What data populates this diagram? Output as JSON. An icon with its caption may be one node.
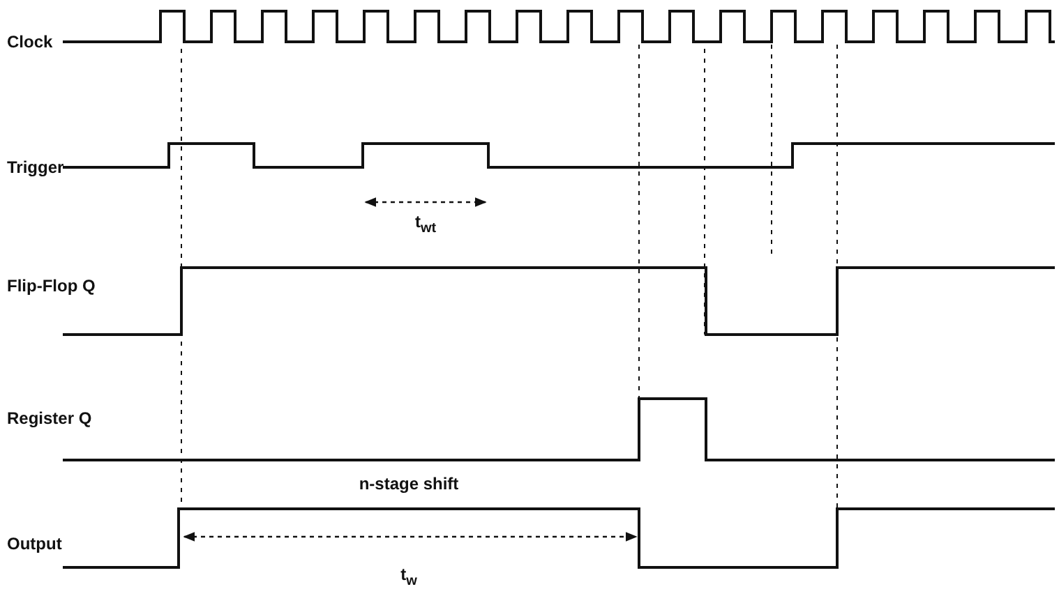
{
  "diagram": {
    "labels": [
      "Clock",
      "Trigger",
      "t$_{wt}$",
      "Flip-Flop Q",
      "Register Q",
      "n-stage shift",
      "Output",
      "t$_{w}$"
    ]
  }
}
